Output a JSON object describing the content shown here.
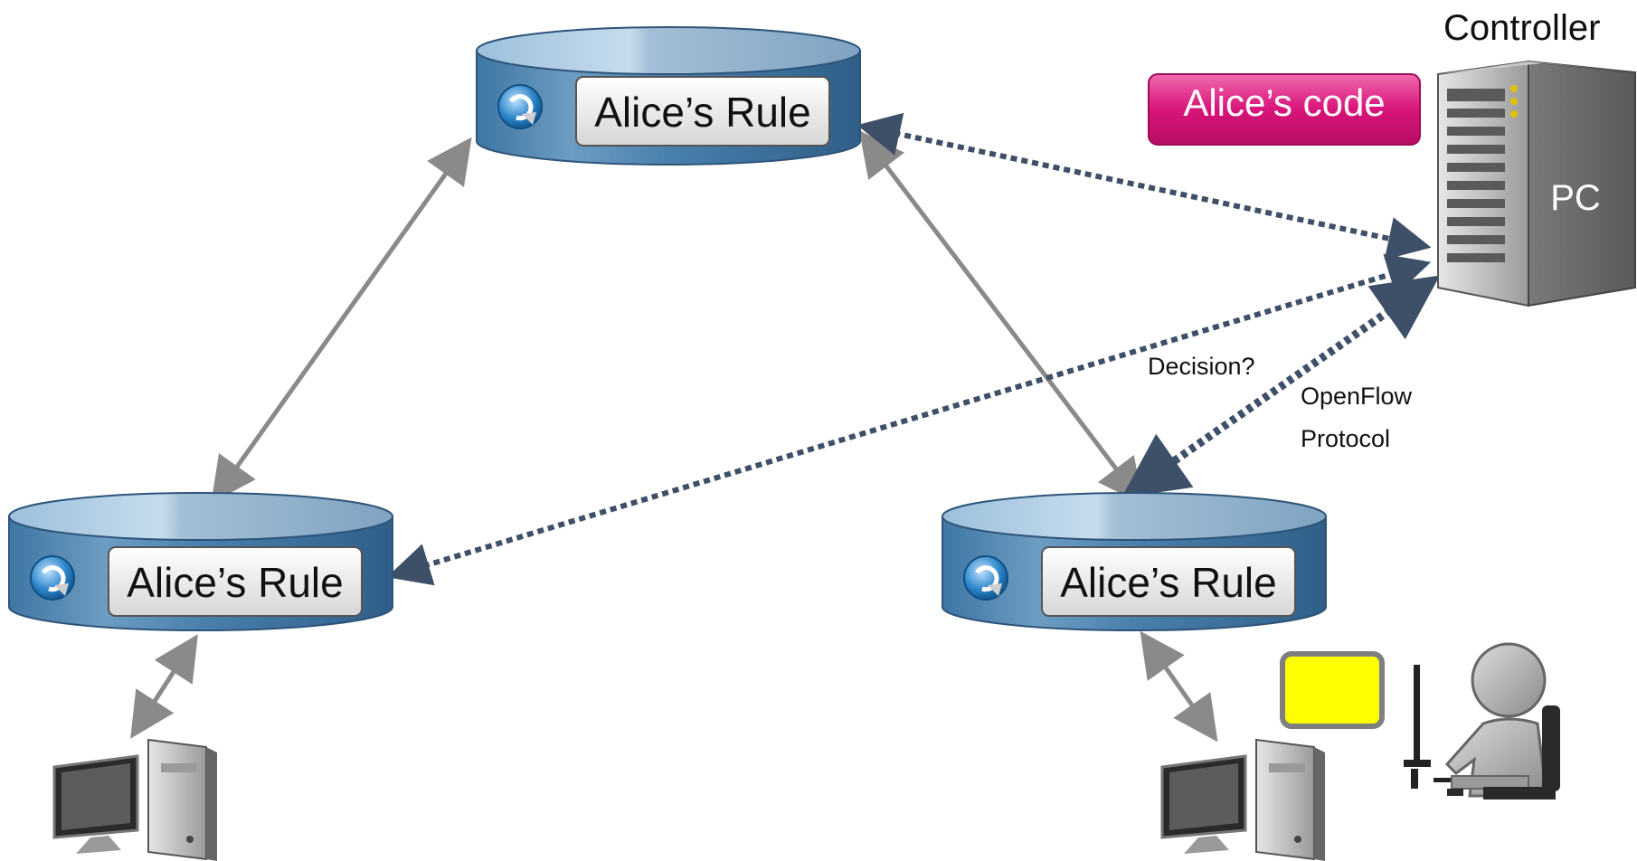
{
  "controller": {
    "title": "Controller",
    "server_label": "PC",
    "code_badge": "Alice’s code"
  },
  "switches": [
    {
      "rule_label": "Alice’s Rule"
    },
    {
      "rule_label": "Alice’s Rule"
    },
    {
      "rule_label": "Alice’s Rule"
    }
  ],
  "annotations": {
    "decision": "Decision?",
    "protocol_line1": "OpenFlow",
    "protocol_line2": "Protocol"
  },
  "colors": {
    "switch_body": "#4f86b0",
    "switch_top": "#a8c6dd",
    "control_link": "#3e5068",
    "data_link": "#8a8a8a",
    "code_badge": "#d9147a",
    "user_screen": "#ffff00"
  },
  "icons": [
    "switch-logo-icon",
    "server-tower-icon",
    "desktop-computer-icon",
    "user-at-computer-icon"
  ]
}
